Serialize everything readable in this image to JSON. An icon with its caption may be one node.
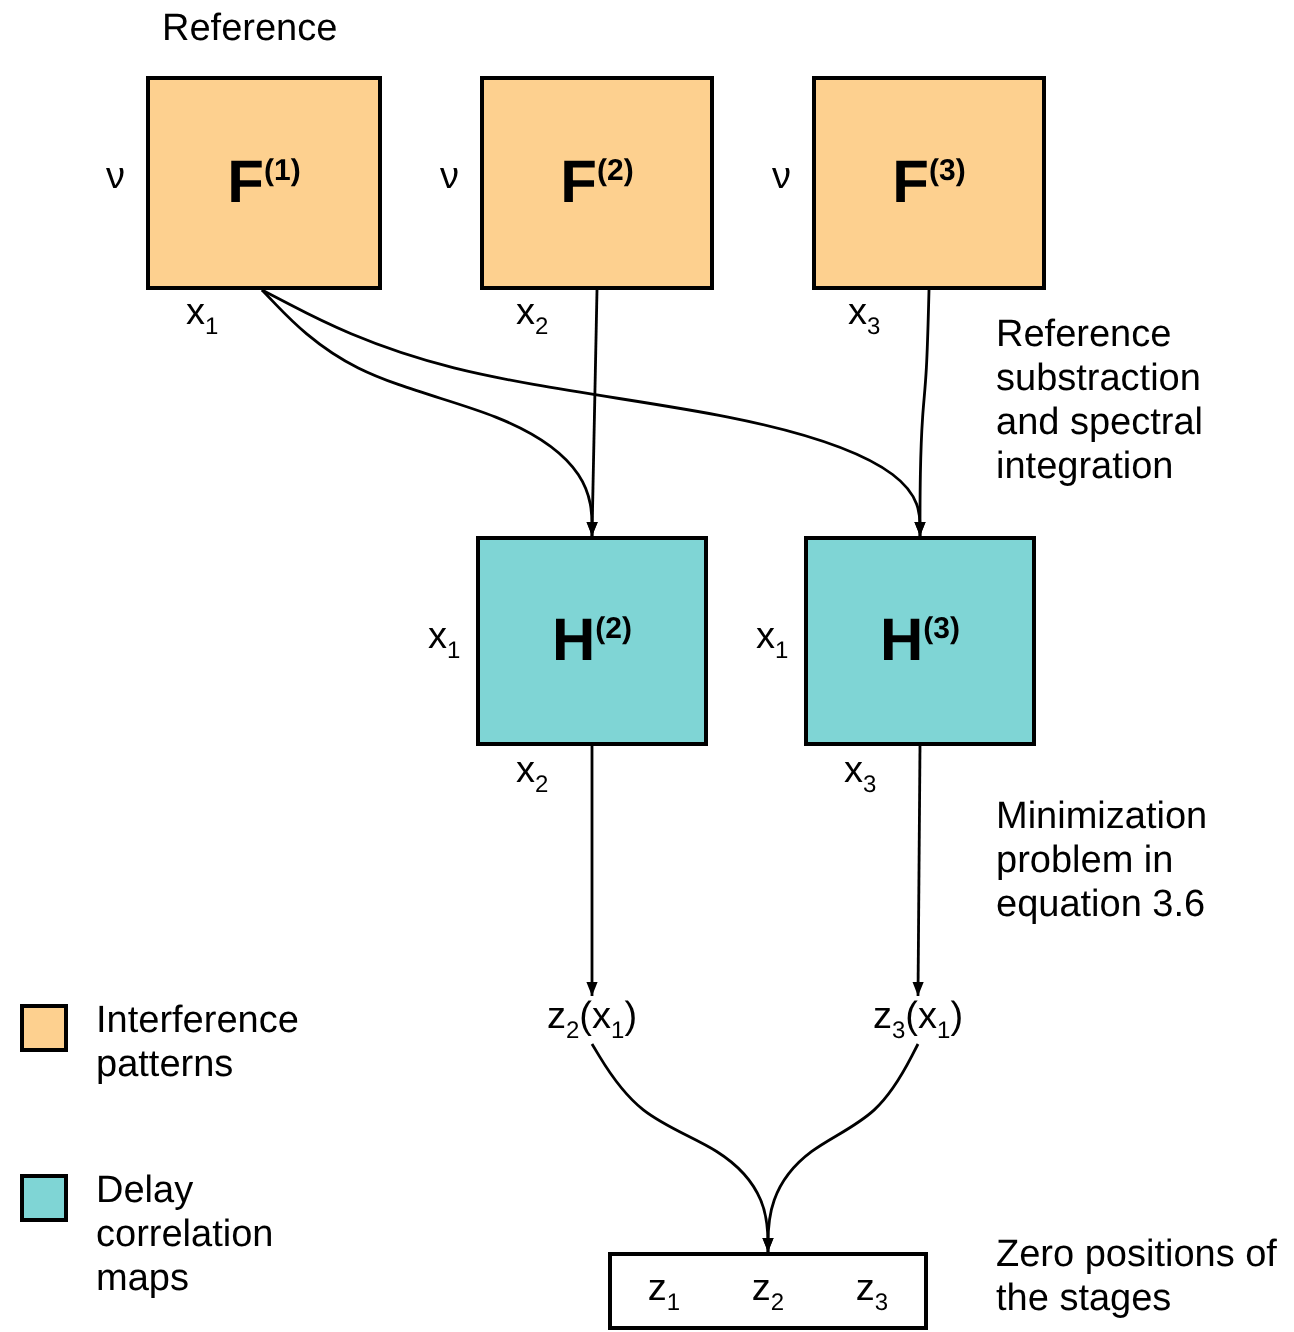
{
  "diagram": {
    "nodes": [
      {
        "text": [
          "F$^{(1)}$"
        ],
        "beside": [
          "Reference",
          "ν",
          "x$_{1}$"
        ]
      },
      {
        "text": [
          "F$^{(2)}$"
        ],
        "beside": [
          "ν",
          "x$_{2}$"
        ]
      },
      {
        "text": [
          "F$^{(3)}$"
        ],
        "beside": [
          "ν",
          "x$_{3}$"
        ]
      },
      {
        "text": [
          "H$^{(2)}$"
        ],
        "beside": [
          "x$_{1}$",
          "x$_{2}$"
        ]
      },
      {
        "text": [
          "H$^{(3)}$"
        ],
        "beside": [
          "x$_{1}$",
          "x$_{3}$"
        ]
      },
      {
        "text": [
          "z$_{2}$(x$_{1}$)"
        ]
      },
      {
        "text": [
          "z$_{3}$(x$_{1}$)"
        ]
      },
      {
        "text": [
          "z$_{1}$",
          "z$_{2}$",
          "z$_{3}$"
        ]
      }
    ],
    "edges": [
      {
        "from": 0,
        "to": 3,
        "arrow": "to"
      },
      {
        "from": 0,
        "to": 4,
        "arrow": "to"
      },
      {
        "from": 1,
        "to": 3,
        "arrow": "to"
      },
      {
        "from": 2,
        "to": 4,
        "arrow": "to"
      },
      {
        "from": 3,
        "to": 5,
        "arrow": "to"
      },
      {
        "from": 4,
        "to": 6,
        "arrow": "to"
      },
      {
        "from": 5,
        "to": 7,
        "arrow": "to"
      },
      {
        "from": 6,
        "to": 7,
        "arrow": "to"
      }
    ],
    "labels": [
      "Reference substraction and spectral integration",
      "Minimization problem in equation 3.6",
      "Zero positions of the stages"
    ],
    "legend": [
      {
        "text": "Interference patterns",
        "color": "#fdd08f"
      },
      {
        "text": "Delay correlation maps",
        "color": "#7fd5d5"
      }
    ]
  }
}
